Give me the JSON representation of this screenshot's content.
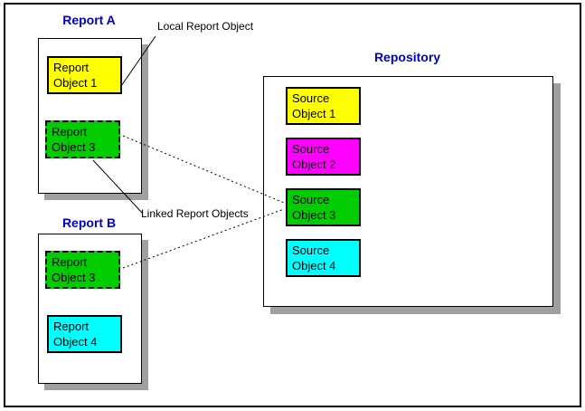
{
  "panels": {
    "report_a": {
      "title": "Report A",
      "objects": [
        {
          "label": "Report Object 1",
          "fill": "#FFFF00",
          "border_style": "solid"
        },
        {
          "label": "Report Object 3",
          "fill": "#00CC00",
          "border_style": "dashed"
        }
      ]
    },
    "report_b": {
      "title": "Report B",
      "objects": [
        {
          "label": "Report Object 3",
          "fill": "#00CC00",
          "border_style": "dashed"
        },
        {
          "label": "Report Object 4",
          "fill": "#00FFFF",
          "border_style": "solid"
        }
      ]
    },
    "repository": {
      "title": "Repository",
      "objects": [
        {
          "label": "Source Object 1",
          "fill": "#FFFF00",
          "border_style": "solid"
        },
        {
          "label": "Source Object 2",
          "fill": "#FF00FF",
          "border_style": "solid"
        },
        {
          "label": "Source Object 3",
          "fill": "#00CC00",
          "border_style": "solid"
        },
        {
          "label": "Source Object 4",
          "fill": "#00FFFF",
          "border_style": "solid"
        }
      ]
    }
  },
  "annotations": {
    "local": "Local Report Object",
    "linked": "Linked Report Objects"
  },
  "colors": {
    "panel_title": "#0000CC",
    "box_text": "#000000",
    "panel_shadow": "#A0A0A0",
    "connector": "#000000",
    "background": "#FFFFFF"
  }
}
